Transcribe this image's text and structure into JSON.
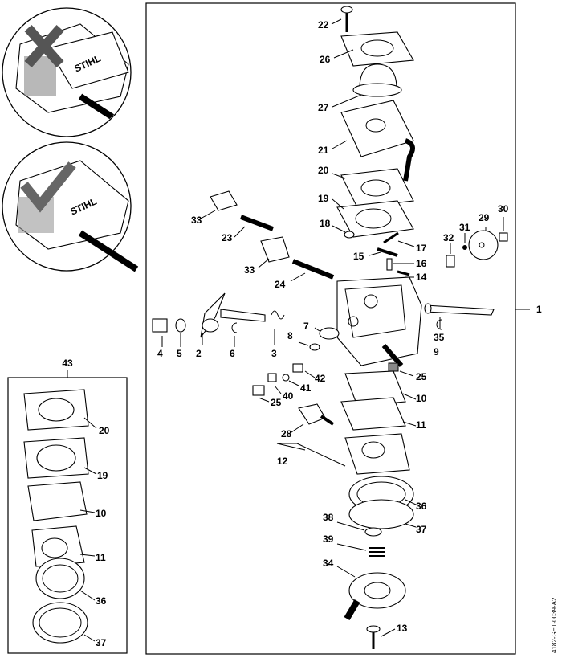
{
  "document_code": "4182-GET-0039-A2",
  "inset_brand": "STIHL",
  "callouts": {
    "p1": "1",
    "p2": "2",
    "p3": "3",
    "p4": "4",
    "p5": "5",
    "p6": "6",
    "p7": "7",
    "p8": "8",
    "p9": "9",
    "p10": "10",
    "p11": "11",
    "p12": "12",
    "p13": "13",
    "p14": "14",
    "p15": "15",
    "p16": "16",
    "p17": "17",
    "p18": "18",
    "p19": "19",
    "p20": "20",
    "p21": "21",
    "p22": "22",
    "p23": "23",
    "p24": "24",
    "p25": "25",
    "p26": "26",
    "p27": "27",
    "p28": "28",
    "p29": "29",
    "p30": "30",
    "p31": "31",
    "p32": "32",
    "p33": "33",
    "p34": "34",
    "p35": "35",
    "p36": "36",
    "p37": "37",
    "p38": "38",
    "p39": "39",
    "p40": "40",
    "p41": "41",
    "p42": "42",
    "p43": "43"
  },
  "kit_callouts": [
    "20",
    "19",
    "10",
    "11",
    "36",
    "37"
  ],
  "colors": {
    "line": "#000000",
    "background": "#ffffff",
    "inset_bg": "#ffffff"
  }
}
